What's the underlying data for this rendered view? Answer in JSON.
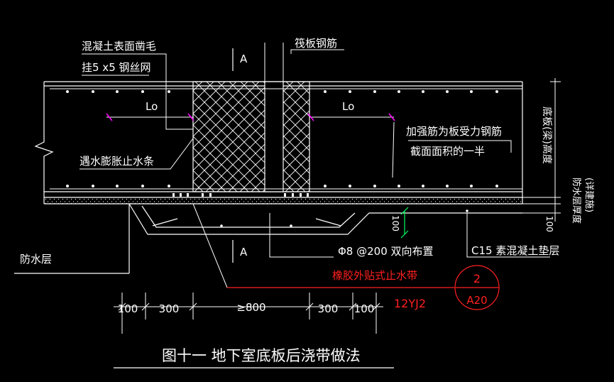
{
  "labels": {
    "concrete_rough": "混凝土表面凿毛",
    "mesh": "挂5 x5 钢丝网",
    "raft_rebar": "筏板钢筋",
    "section_a_top": "A",
    "section_a_bottom": "A",
    "lo_left": "Lo",
    "lo_right": "Lo",
    "reinforce_1": "加强筋为板受力钢筋",
    "reinforce_2": "截面面积的一半",
    "waterstop_swell": "遇水膨胀止水条",
    "slab_thickness": "底板(梁)高度",
    "waterproof_thickness_1": "防水层厚度",
    "waterproof_thickness_2": "(详建施)",
    "dim_100_vert": "100",
    "dim_100_side": "100",
    "waterproof_layer": "防水层",
    "bar_spec": "Φ8 @200 双向布置",
    "c15": "C15 素混凝土垫层",
    "rubber_waterstop": "橡胶外贴式止水带",
    "atlas": "12YJ2",
    "detail_no": "2",
    "detail_sheet": "A20",
    "title": "图十一   地下室底板后浇带做法"
  },
  "dims": [
    "100",
    "300",
    "≥800",
    "300",
    "100"
  ],
  "colors": {
    "background": "#000000",
    "line": "#ffffff",
    "accent": "#ff2020",
    "dim": "#00ff66",
    "marker": "#ff00ff"
  }
}
